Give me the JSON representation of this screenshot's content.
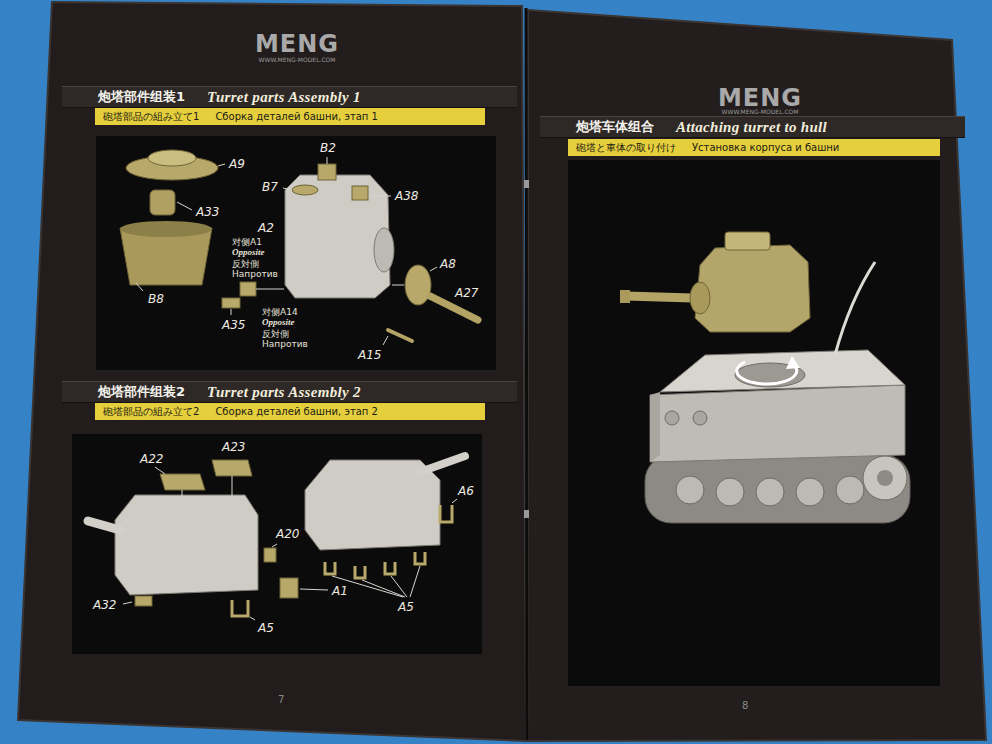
{
  "diagram": {
    "nodes": [
      {
        "text": [
          "炮塔部件组装1",
          "Turret parts Assembly 1"
        ]
      },
      {
        "text": [
          "砲塔部品の組み立て1",
          "Сборка деталей башни, этап 1"
        ]
      },
      {
        "text": [
          "炮塔部件组装2",
          "Turret parts Assembly 2"
        ]
      },
      {
        "text": [
          "砲塔部品の組み立て2",
          "Сборка деталей башни, этап 2"
        ]
      },
      {
        "text": [
          "炮塔车体组合",
          "Attaching turret to hull"
        ]
      },
      {
        "text": [
          "砲塔と車体の取り付け",
          "Установка корпуса и башни"
        ]
      }
    ],
    "labels": [
      "MENG",
      "WWW.MENG-MODEL.COM",
      "MENG",
      "WWW.MENG-MODEL.COM",
      "A9",
      "A33",
      "B8",
      "B2",
      "B7",
      "A38",
      "A2",
      "对侧A1",
      "Opposite",
      "反対側",
      "Напротив",
      "A8",
      "A27",
      "A35",
      "对侧A14",
      "Opposite",
      "反対側",
      "Напротив",
      "A15",
      "A22",
      "A23",
      "A20",
      "A1",
      "A32",
      "A5",
      "A6",
      "A5",
      "7",
      "8"
    ]
  }
}
